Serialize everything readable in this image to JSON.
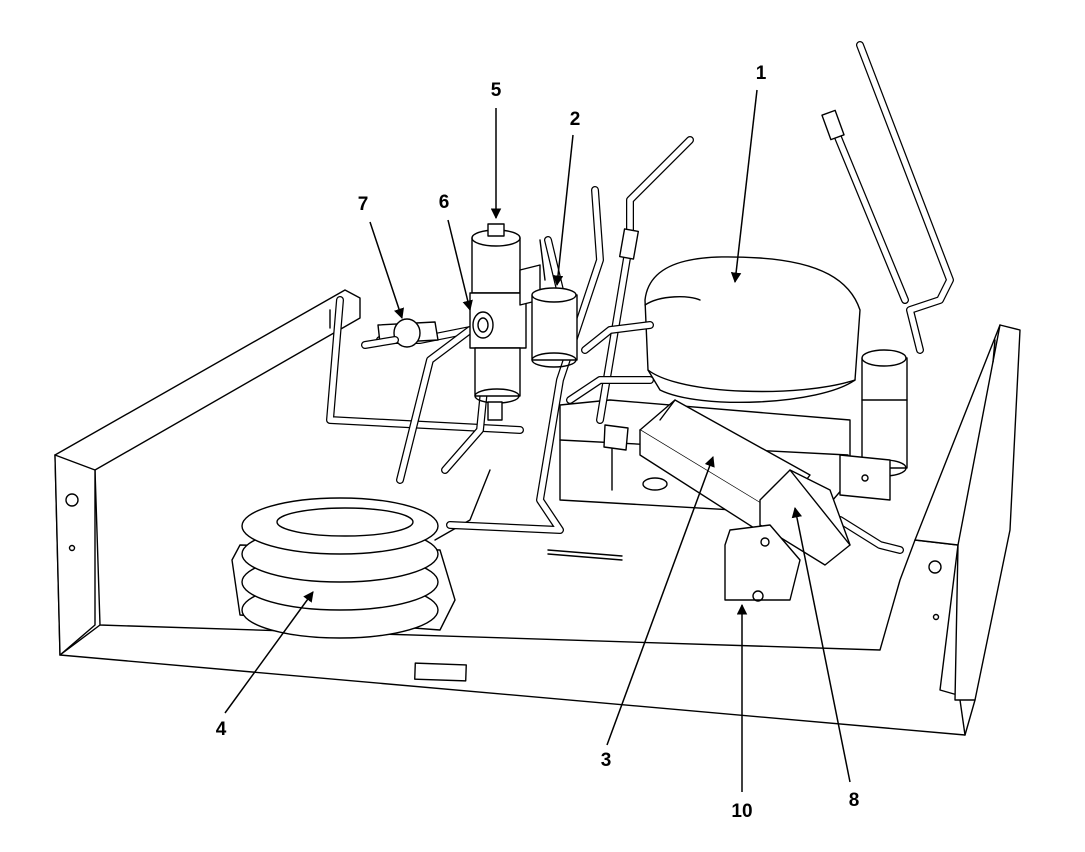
{
  "callouts": [
    {
      "id": "1",
      "label": "1"
    },
    {
      "id": "2",
      "label": "2"
    },
    {
      "id": "3",
      "label": "3"
    },
    {
      "id": "4",
      "label": "4"
    },
    {
      "id": "5",
      "label": "5"
    },
    {
      "id": "6",
      "label": "6"
    },
    {
      "id": "7",
      "label": "7"
    },
    {
      "id": "8",
      "label": "8"
    },
    {
      "id": "10",
      "label": "10"
    }
  ],
  "colors": {
    "line": "#000000",
    "background": "#ffffff"
  }
}
